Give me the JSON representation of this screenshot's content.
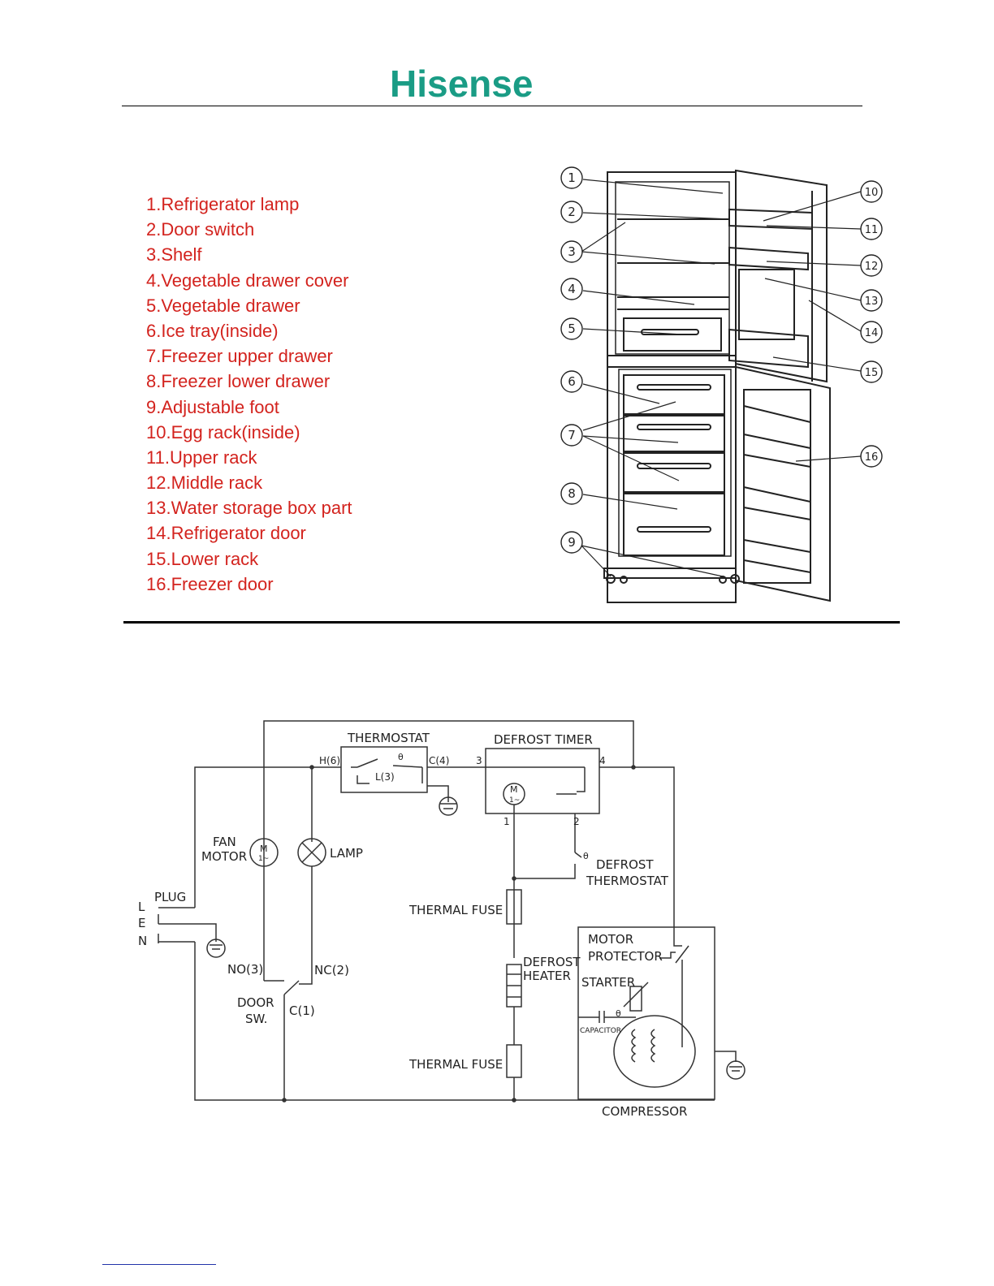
{
  "header": {
    "brand": "Hisense"
  },
  "parts_list": [
    "1.Refrigerator  lamp",
    "2.Door switch",
    "3.Shelf",
    "4.Vegetable drawer cover",
    "5.Vegetable drawer",
    "6.Ice  tray(inside)",
    "7.Freezer upper drawer",
    "8.Freezer lower drawer",
    "9.Adjustable foot",
    "10.Egg rack(inside)",
    "11.Upper rack",
    "12.Middle rack",
    "13.Water storage box part",
    "14.Refrigerator door",
    "15.Lower rack",
    "16.Freezer door"
  ],
  "diagram_callouts": [
    "1",
    "2",
    "3",
    "4",
    "5",
    "6",
    "7",
    "8",
    "9",
    "10",
    "11",
    "12",
    "13",
    "14",
    "15",
    "16"
  ],
  "schematic": {
    "thermostat": "THERMOSTAT",
    "h6": "H(6)",
    "c4": "C(4)",
    "l3": "L(3)",
    "theta": "θ",
    "defrost_timer": "DEFROST  TIMER",
    "t3": "3",
    "t4": "4",
    "t1": "1",
    "t2": "2",
    "m": "M",
    "one_tilde": "1~",
    "fan": "FAN",
    "motor": "MOTOR",
    "lamp": "LAMP",
    "defrost": "DEFROST",
    "thermostat2": "THERMOSTAT",
    "plug": "PLUG",
    "l": "L",
    "e": "E",
    "n": "N",
    "thermal_fuse": "THERMAL  FUSE",
    "heater": "HEATER",
    "motor_cap": "MOTOR",
    "protector": "PROTECTOR",
    "starter": "STARTER",
    "capacitor": "CAPACITOR",
    "no3": "NO(3)",
    "nc2": "NC(2)",
    "door": "DOOR",
    "sw": "SW.",
    "c1": "C(1)",
    "compressor": "COMPRESSOR"
  }
}
